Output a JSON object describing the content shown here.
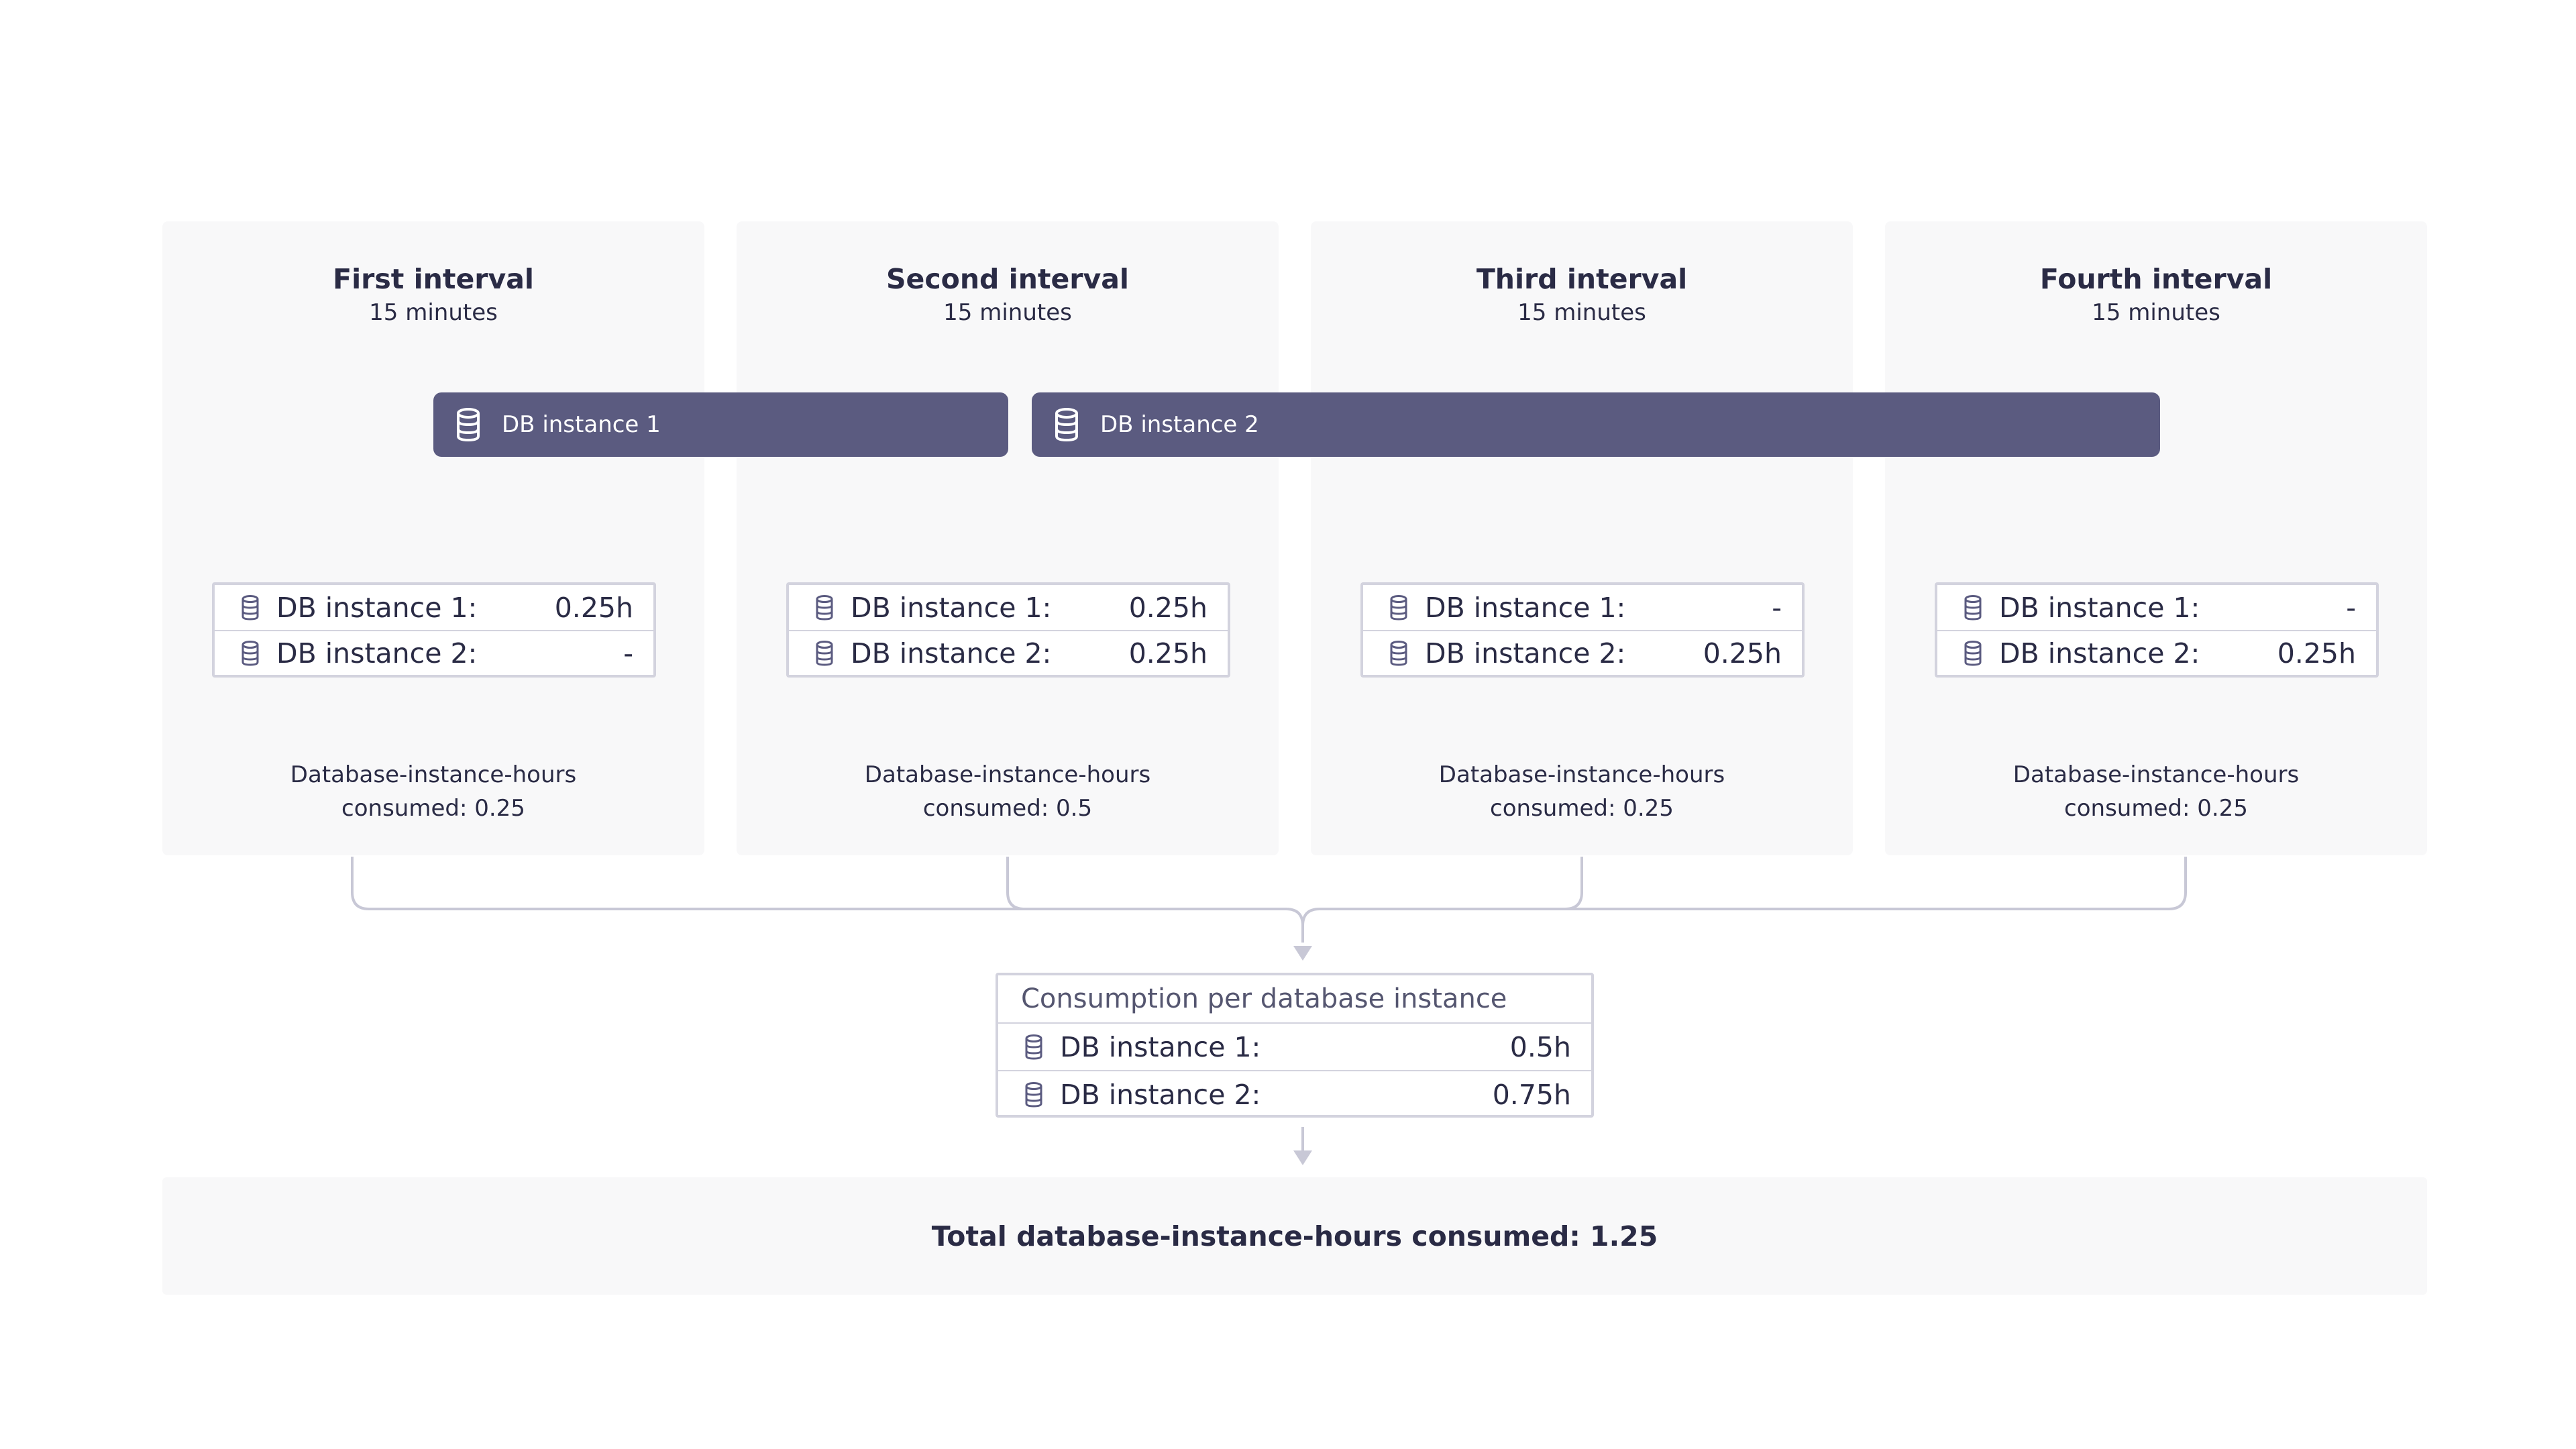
{
  "intervals": [
    {
      "title": "First interval",
      "duration": "15 minutes",
      "consumed_line1": "Database-instance-hours",
      "consumed_line2": "consumed: 0.25",
      "rows": [
        {
          "label": "DB instance 1:",
          "value": "0.25h"
        },
        {
          "label": "DB instance 2:",
          "value": "-"
        }
      ]
    },
    {
      "title": "Second interval",
      "duration": "15 minutes",
      "consumed_line1": "Database-instance-hours",
      "consumed_line2": "consumed: 0.5",
      "rows": [
        {
          "label": "DB instance 1:",
          "value": "0.25h"
        },
        {
          "label": "DB instance 2:",
          "value": "0.25h"
        }
      ]
    },
    {
      "title": "Third interval",
      "duration": "15 minutes",
      "consumed_line1": "Database-instance-hours",
      "consumed_line2": "consumed: 0.25",
      "rows": [
        {
          "label": "DB instance 1:",
          "value": "-"
        },
        {
          "label": "DB instance 2:",
          "value": "0.25h"
        }
      ]
    },
    {
      "title": "Fourth interval",
      "duration": "15 minutes",
      "consumed_line1": "Database-instance-hours",
      "consumed_line2": "consumed: 0.25",
      "rows": [
        {
          "label": "DB instance 1:",
          "value": "-"
        },
        {
          "label": "DB instance 2:",
          "value": "0.25h"
        }
      ]
    }
  ],
  "bars": [
    {
      "label": "DB instance 1",
      "icon": "database-icon"
    },
    {
      "label": "DB instance 2",
      "icon": "database-icon"
    }
  ],
  "summary": {
    "title": "Consumption per database instance",
    "rows": [
      {
        "label": "DB instance 1:",
        "value": "0.5h"
      },
      {
        "label": "DB instance 2:",
        "value": "0.75h"
      }
    ]
  },
  "total": "Total database-instance-hours consumed: 1.25",
  "colors": {
    "bar": "#5b5b80",
    "panel": "#f8f8f9",
    "connector": "#c8c8d6",
    "text": "#2a2b45"
  }
}
